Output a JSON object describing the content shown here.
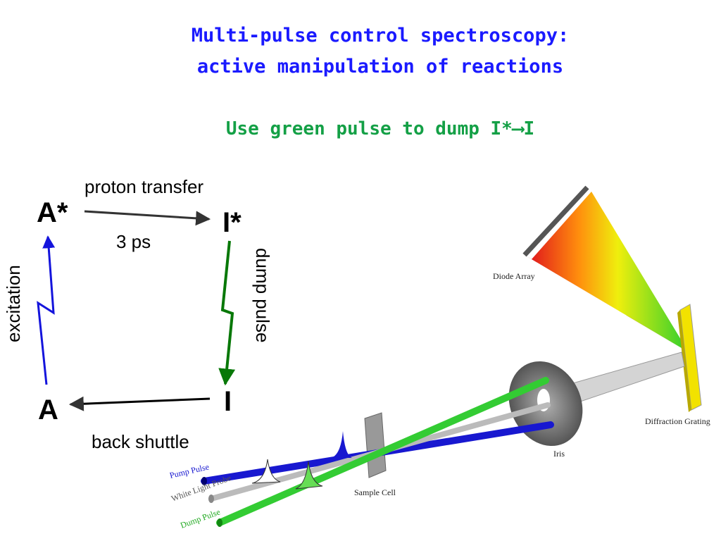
{
  "title_line1": "Multi-pulse control spectroscopy:",
  "title_line2": "active manipulation of reactions",
  "subtitle": "Use green pulse to dump I*⟶I",
  "scheme": {
    "a_star": "A*",
    "i_star": "I*",
    "a": "A",
    "i": "I",
    "proton_transfer": "proton transfer",
    "time": "3 ps",
    "excitation": "excitation",
    "dump_pulse": "dump pulse",
    "back_shuttle": "back shuttle"
  },
  "setup": {
    "diode_array": "Diode Array",
    "diffraction_grating": "Diffraction Grating",
    "iris": "Iris",
    "sample_cell": "Sample Cell",
    "pump_pulse": "Pump Pulse",
    "white_light_probe": "White Light Probe",
    "dump_pulse": "Dump Pulse"
  },
  "colors": {
    "title": "#1a1aff",
    "subtitle": "#14a046",
    "excitation": "#1414dc",
    "dump": "#087808"
  }
}
